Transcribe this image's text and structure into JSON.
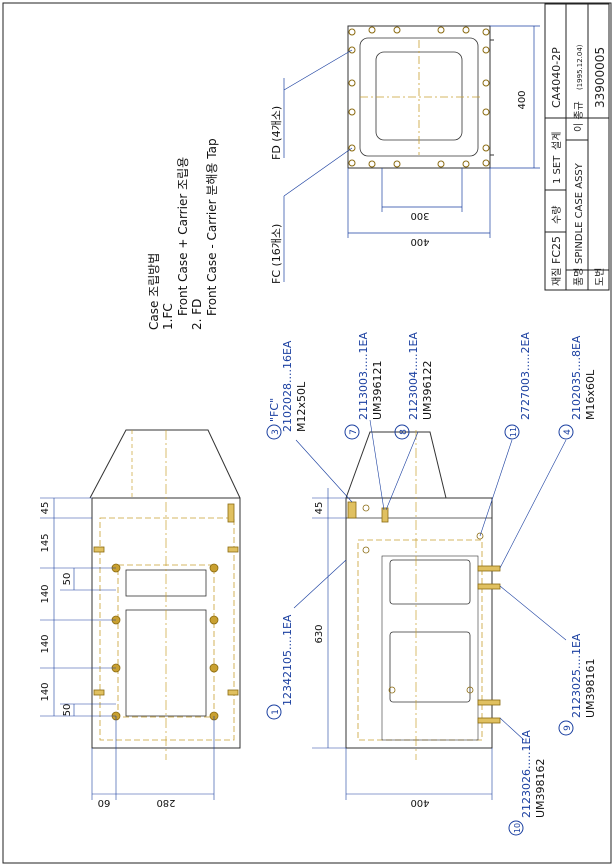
{
  "title_block": {
    "material_label": "재질",
    "material_value": "FC25",
    "qty_label": "수량",
    "qty_value": "1 SET",
    "product_label": "품명",
    "product_value": "SPINDLE CASE ASSY",
    "design_label": "설계",
    "designer": "이 종규",
    "design_date": "(1995.12.04)",
    "drawing_no_label": "도번",
    "drawing_no": "33900005",
    "part_code": "CA4040-2P"
  },
  "notes": {
    "heading": "Case 조립방법",
    "line1": "1.FC",
    "line2": "Front Case + Carrier 조립용",
    "line3": "2. FD",
    "line4": "Front Case - Carrier 분해용 Tap"
  },
  "top_view": {
    "label_fd": "FD (4개소)",
    "label_fc": "FC (16개소)",
    "dim_400_right": "400",
    "dim_300": "300",
    "dim_400_bottom": "400"
  },
  "left_view": {
    "dims": [
      "45",
      "145",
      "50",
      "140",
      "140",
      "140",
      "50"
    ],
    "dim_60": "60",
    "dim_280": "280"
  },
  "middle_view": {
    "dim_45": "45",
    "dim_630": "630",
    "dim_400": "400"
  },
  "callouts": [
    {
      "num": "1",
      "code": "12342105....1EA",
      "spec": ""
    },
    {
      "num": "3",
      "code": "2102028....16EA",
      "spec": "M12x50L",
      "tag": "\"FC\""
    },
    {
      "num": "7",
      "code": "2113003.....1EA",
      "spec": "UM396121"
    },
    {
      "num": "8",
      "code": "2123004.....1EA",
      "spec": "UM396122"
    },
    {
      "num": "11",
      "code": "2727003.....2EA",
      "spec": ""
    },
    {
      "num": "4",
      "code": "2102035....8EA",
      "spec": "M16x60L"
    },
    {
      "num": "9",
      "code": "2123025....1EA",
      "spec": "UM398161"
    },
    {
      "num": "10",
      "code": "2123026.....1EA",
      "spec": "UM398162"
    }
  ]
}
